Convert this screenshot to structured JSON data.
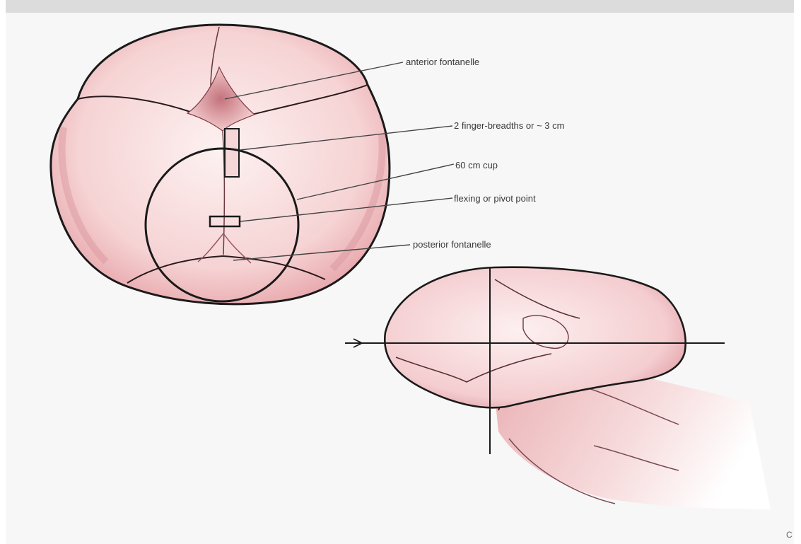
{
  "labels": {
    "anterior_fontanelle": "anterior fontanelle",
    "finger_breadths": "2 finger-breadths or ~ 3 cm",
    "cup": "60 cm cup",
    "flexing_point": "flexing or pivot point",
    "posterior_fontanelle": "posterior fontanelle"
  },
  "corner_mark": "C",
  "colors": {
    "background": "#f8f8f8",
    "skin_light": "#fbe4e4",
    "skin_mid": "#efb7b9",
    "skin_dark": "#c97b82",
    "line": "#1a1a1a"
  }
}
